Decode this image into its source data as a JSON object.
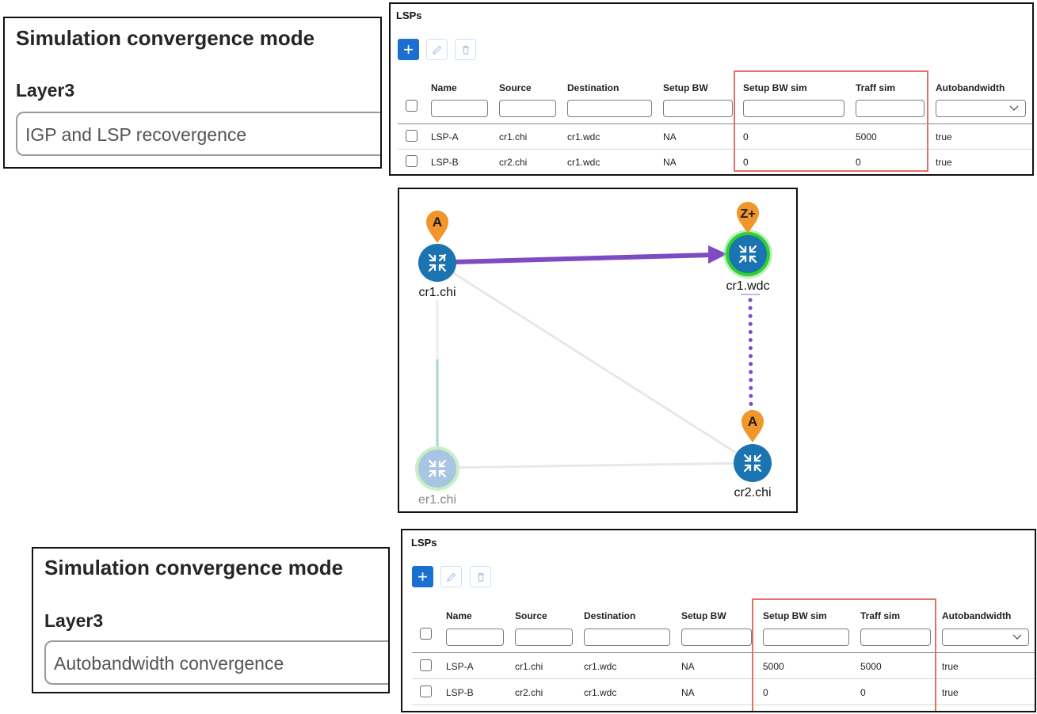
{
  "top": {
    "convergence": {
      "title": "Simulation convergence mode",
      "layer_label": "Layer3",
      "selected_value": "IGP and LSP recovergence"
    },
    "lsp_table": {
      "title": "LSPs",
      "add_label": "+",
      "columns": [
        "Name",
        "Source",
        "Destination",
        "Setup BW",
        "Setup BW sim",
        "Traff sim",
        "Autobandwidth"
      ],
      "rows": [
        [
          "LSP-A",
          "cr1.chi",
          "cr1.wdc",
          "NA",
          "0",
          "5000",
          "true"
        ],
        [
          "LSP-B",
          "cr2.chi",
          "cr1.wdc",
          "NA",
          "0",
          "0",
          "true"
        ]
      ]
    }
  },
  "topology": {
    "nodes": {
      "cr1_chi": "cr1.chi",
      "cr1_wdc": "cr1.wdc",
      "cr2_chi": "cr2.chi",
      "er1_chi": "er1.chi"
    },
    "markers": {
      "cr1_chi": "A",
      "cr1_wdc": "Z+",
      "cr2_chi": "A"
    },
    "colors": {
      "router": "#1b74b0",
      "router_dim": "#a8c6e3",
      "highlight_ring": "#2fd12f",
      "marker": "#f0962a",
      "lsp_path": "#7e4bc4",
      "link": "#e6e6e6",
      "link_teal": "#9fd2cc"
    }
  },
  "bottom": {
    "convergence": {
      "title": "Simulation convergence mode",
      "layer_label": "Layer3",
      "selected_value": "Autobandwidth convergence"
    },
    "lsp_table": {
      "title": "LSPs",
      "add_label": "+",
      "columns": [
        "Name",
        "Source",
        "Destination",
        "Setup BW",
        "Setup BW sim",
        "Traff sim",
        "Autobandwidth"
      ],
      "rows": [
        [
          "LSP-A",
          "cr1.chi",
          "cr1.wdc",
          "NA",
          "5000",
          "5000",
          "true"
        ],
        [
          "LSP-B",
          "cr2.chi",
          "cr1.wdc",
          "NA",
          "0",
          "0",
          "true"
        ]
      ]
    }
  }
}
